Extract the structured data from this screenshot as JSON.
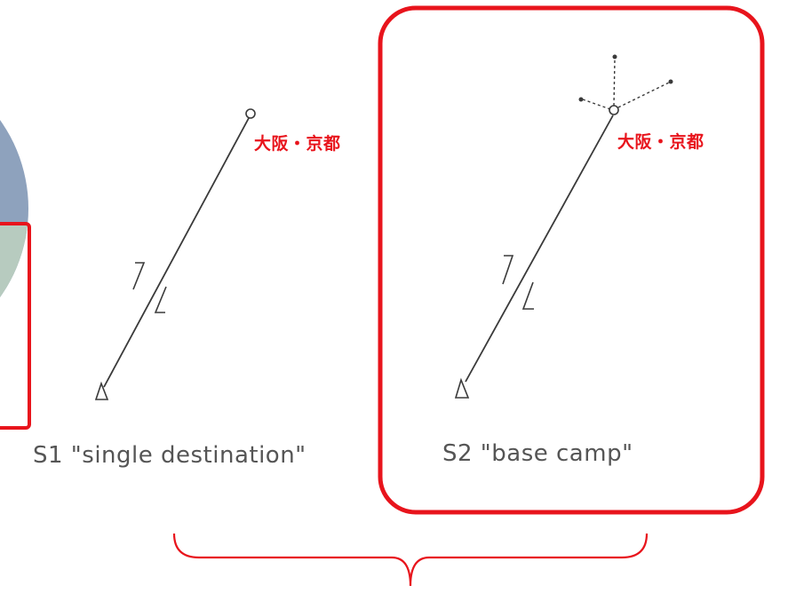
{
  "colors": {
    "highlight": "#e8141c",
    "circle_top": "#8ea2bd",
    "circle_bottom": "#b7cbbf",
    "line": "#3a3a3a",
    "caption": "#555555"
  },
  "s1": {
    "destination_label": "大阪・京都",
    "caption": "S1 \"single destination\""
  },
  "s2": {
    "destination_label": "大阪・京都",
    "caption": "S2 \"base camp\""
  }
}
